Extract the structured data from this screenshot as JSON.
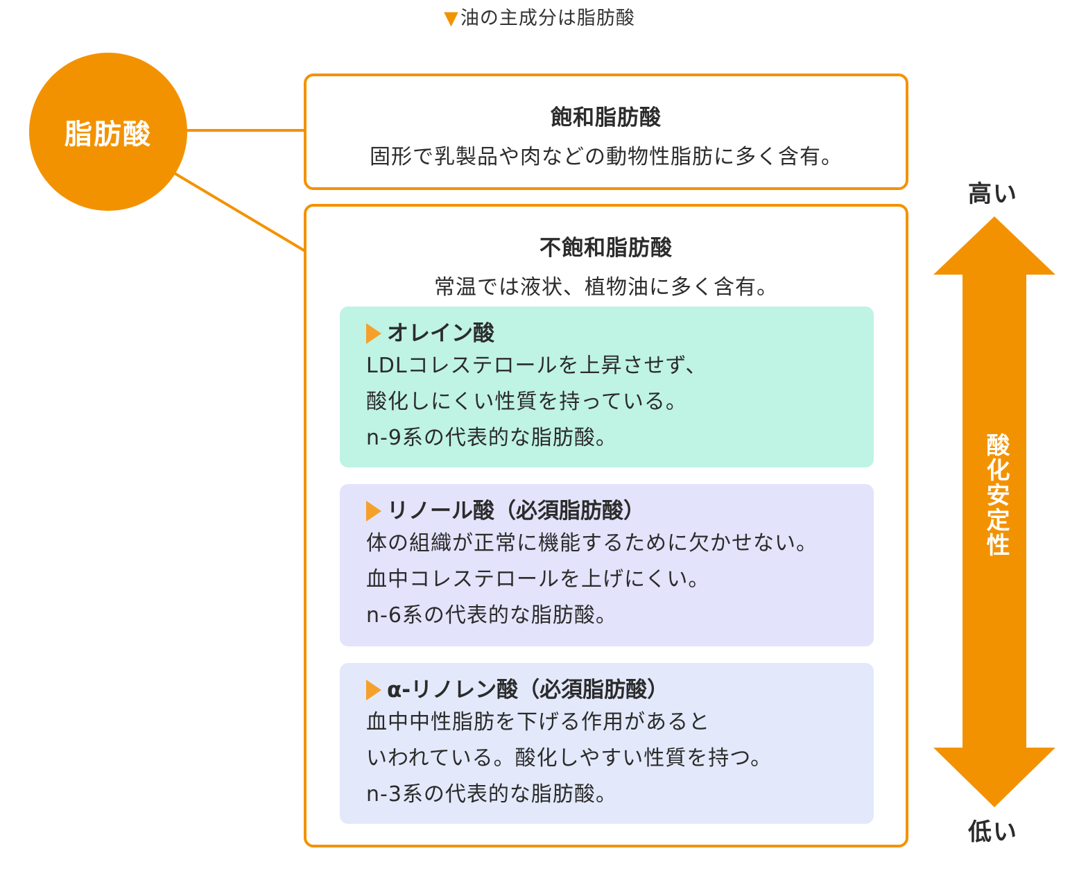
{
  "caption": "油の主成分は脂肪酸",
  "caption_marker": "▼",
  "root": {
    "label": "脂肪酸"
  },
  "saturated": {
    "title": "飽和脂肪酸",
    "description": "固形で乳製品や肉などの動物性脂肪に多く含有。"
  },
  "unsaturated": {
    "title": "不飽和脂肪酸",
    "description": "常温では液状、植物油に多く含有。",
    "types": [
      {
        "title": "オレイン酸",
        "lines": [
          "LDLコレステロールを上昇させず、",
          "酸化しにくい性質を持っている。",
          "n-9系の代表的な脂肪酸。"
        ]
      },
      {
        "title": "リノール酸（必須脂肪酸）",
        "lines": [
          "体の組織が正常に機能するために欠かせない。",
          "血中コレステロールを上げにくい。",
          "n-6系の代表的な脂肪酸。"
        ]
      },
      {
        "title": "α-リノレン酸（必須脂肪酸）",
        "lines": [
          "血中中性脂肪を下げる作用があると",
          "いわれている。酸化しやすい性質を持つ。",
          "n-3系の代表的な脂肪酸。"
        ]
      }
    ]
  },
  "scale": {
    "label": "酸化安定性",
    "high": "高い",
    "low": "低い"
  },
  "colors": {
    "accent": "#f39200",
    "oleic_bg": "#bff3e4",
    "linoleic_bg": "#e3e3fb",
    "linolenic_bg": "#e3e9fb"
  }
}
